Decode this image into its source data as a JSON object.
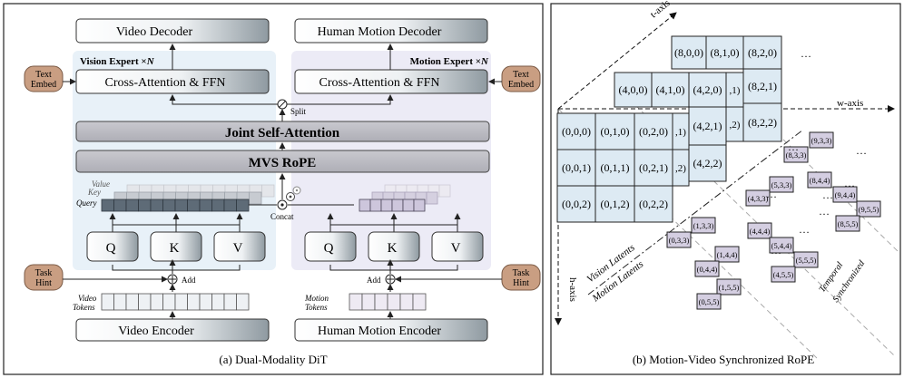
{
  "left": {
    "caption": "(a) Dual-Modality DiT",
    "video_decoder": "Video Decoder",
    "motion_decoder": "Human Motion Decoder",
    "vision_expert": "Vision Expert ×",
    "motion_expert": "Motion Expert ×",
    "expert_n": "N",
    "text_embed_line1": "Text",
    "text_embed_line2": "Embed",
    "cross_attention": "Cross-Attention & FFN",
    "split": "Split",
    "joint_self_attention": "Joint Self-Attention",
    "mvs_rope": "MVS RoPE",
    "value": "Value",
    "key": "Key",
    "query": "Query",
    "concat": "Concat",
    "q": "Q",
    "k": "K",
    "v": "V",
    "task_hint_line1": "Task",
    "task_hint_line2": "Hint",
    "add": "Add",
    "video_tokens_line1": "Video",
    "video_tokens_line2": "Tokens",
    "motion_tokens_line1": "Motion",
    "motion_tokens_line2": "Tokens",
    "video_encoder": "Video Encoder",
    "motion_encoder": "Human Motion Encoder"
  },
  "right": {
    "caption": "(b) Motion-Video Synchronized RoPE",
    "t_axis": "t-axis",
    "w_axis": "w-axis",
    "h_axis": "h-axis",
    "vision_latents": "Vision Latents",
    "motion_latents": "Motion Latents",
    "temporal_line1": "Temporal",
    "temporal_line2": "Synchronized",
    "ellipsis": "…",
    "grid_back": [
      "(8,0,0)",
      "(8,1,0)",
      "(8,2,0)",
      "(8,2,1)",
      "(8,2,2)"
    ],
    "grid_mid": [
      "(4,0,0)",
      "(4,1,0)",
      "(4,2,0)",
      "(4,2,1)",
      "(4,2,2)"
    ],
    "partial_mid": [
      ",1)",
      ",2)"
    ],
    "partial_front": [
      ",1)",
      ",2)"
    ],
    "grid_front": [
      [
        "(0,0,0)",
        "(0,1,0)",
        "(0,2,0)"
      ],
      [
        "(0,0,1)",
        "(0,1,1)",
        "(0,2,1)"
      ],
      [
        "(0,0,2)",
        "(0,1,2)",
        "(0,2,2)"
      ]
    ],
    "motion_chains": [
      [
        "(0,3,3)",
        "(1,3,3)",
        "(1,4,4)",
        "(0,4,4)",
        "(1,5,5)",
        "(0,5,5)"
      ],
      [
        "(4,3,3)",
        "(5,3,3)",
        "(4,4,4)",
        "(5,4,4)",
        "(5,5,5)",
        "(4,5,5)"
      ],
      [
        "(8,3,3)",
        "(9,3,3)",
        "(8,4,4)",
        "(9,4,4)",
        "(9,5,5)",
        "(8,5,5)"
      ]
    ]
  }
}
